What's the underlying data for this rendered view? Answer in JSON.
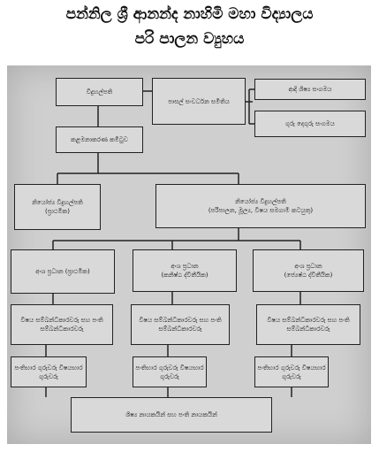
{
  "title": {
    "line1": "පන්නිල ශ්‍රී ආනන්ද නාහිමි මහා විද්‍යාලය",
    "line2": "පරි පාලන ව්‍යුහය"
  },
  "org_chart": {
    "principal": "විදුහල්පති",
    "school_dev_committee": "පාසල් සංවර්ධන සමිතිය",
    "past_pupils": "ආදි ශිෂ්‍ය සංගමය",
    "teacher_parent": "ගුරු දෙගුරු සංගමය",
    "management_committee": "කළමනාකරණ කමිටුව",
    "deputy_left": {
      "line1": "නියෝජ්‍ය විදුහල්පති",
      "line2": "(ප්‍රාථමික)"
    },
    "deputy_right": {
      "line1": "නියෝජ්‍ය විදුහල්පති",
      "line2": "(පරිපාලන, මූල්‍ය, විෂය සමගාමී කටයුතු)"
    },
    "section_heads": [
      {
        "line1": "අංශ ප්‍රධාන (ප්‍රාථමික)",
        "line2": ""
      },
      {
        "line1": "අංශ ප්‍රධාන",
        "line2": "(කනිෂ්ඨ ද්විතීයික)"
      },
      {
        "line1": "අංශ ප්‍රධාන",
        "line2": "(ජ්‍යෙෂ්ඨ ද්විතීයික)"
      }
    ],
    "coordinators": [
      "විෂය සම්බන්ධීකාරවරු සහ පංති සම්බන්ධීකාරවරු",
      "විෂය සම්බන්ධීකාරවරු සහ පංති සම්බන්ධීකාරවරු",
      "විෂය සම්බන්ධීකාරවරු සහ පංති සම්බන්ධීකාරවරු"
    ],
    "teachers": [
      "පංතිභාර ගුරුවරු විෂයභාර ගුරුවරු",
      "පංතිභාර ගුරුවරු විෂයභාර ගුරුවරු",
      "පංතිභාර ගුරුවරු විෂයභාර ගුරුවරු"
    ],
    "bottom": "ශිෂ්‍ය නායකයින් සහ පංති නායකයින්"
  }
}
